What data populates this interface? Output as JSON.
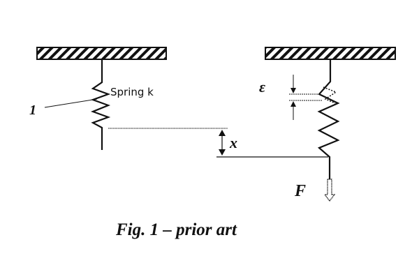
{
  "figure": {
    "caption": "Fig. 1 – prior art",
    "left_spring": {
      "label": "Spring k",
      "reference_numeral": "1"
    },
    "right_spring": {
      "compression_label": "ε",
      "displacement_label": "x",
      "force_label": "F"
    }
  },
  "colors": {
    "ink": "#111111",
    "background": "#ffffff"
  }
}
